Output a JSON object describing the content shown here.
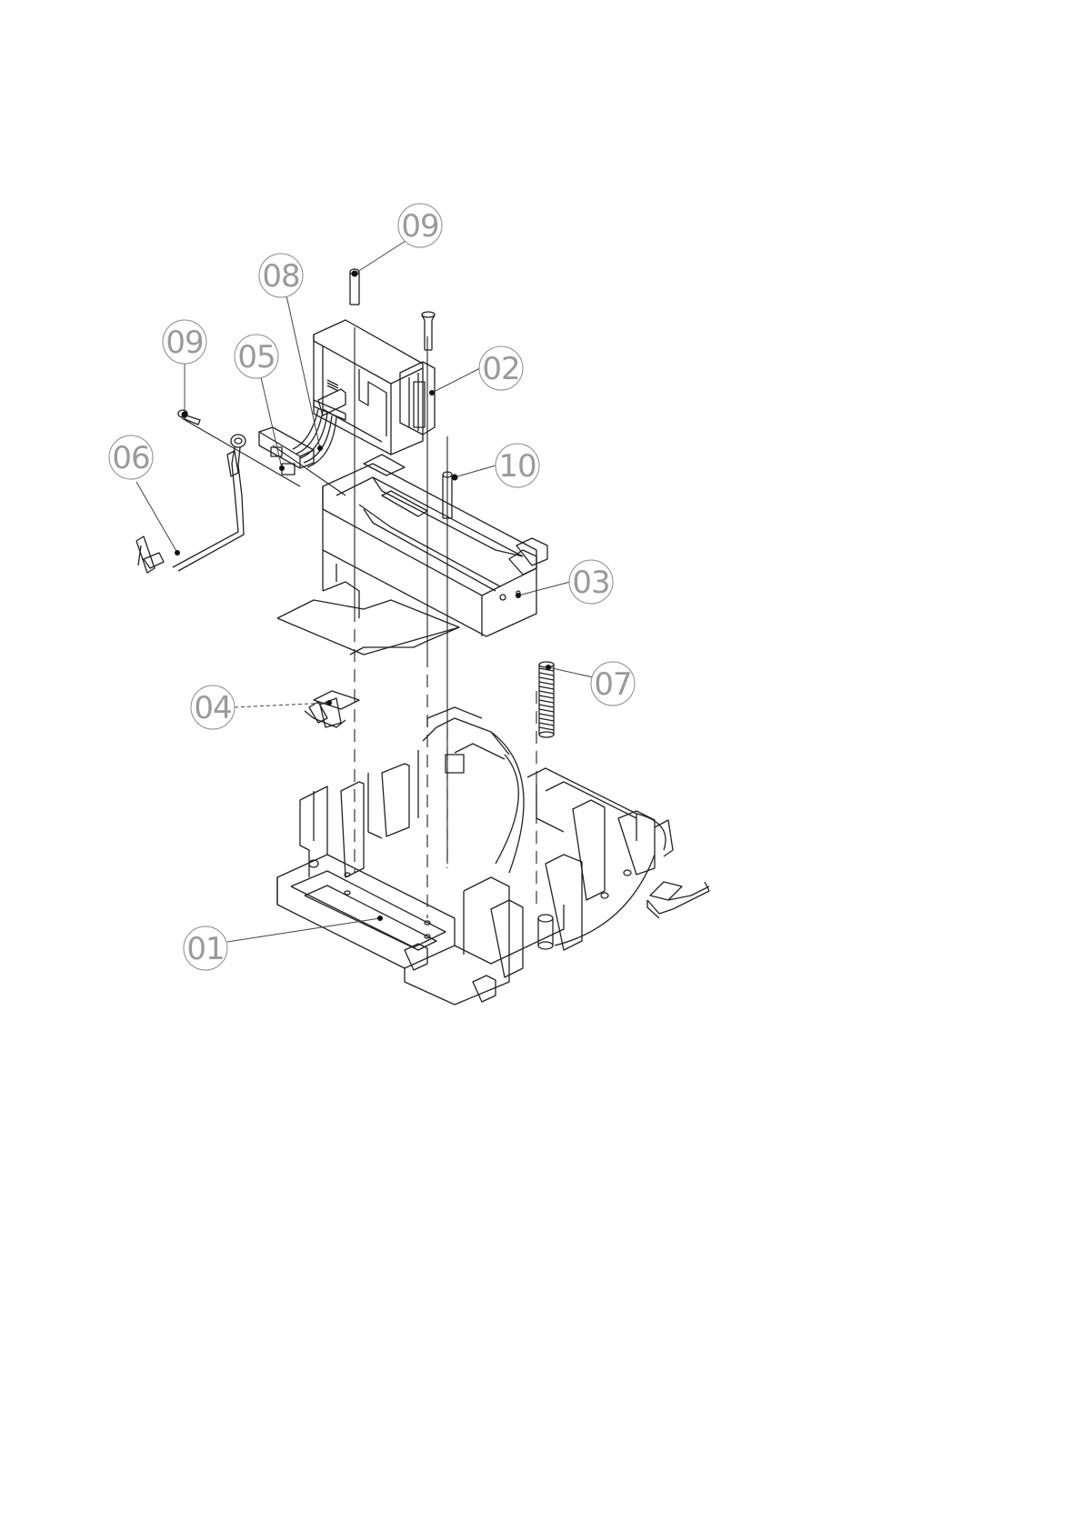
{
  "drawing": {
    "callouts": [
      {
        "id": "label-01",
        "text": "01"
      },
      {
        "id": "label-02",
        "text": "02"
      },
      {
        "id": "label-03",
        "text": "03"
      },
      {
        "id": "label-04",
        "text": "04"
      },
      {
        "id": "label-05",
        "text": "05"
      },
      {
        "id": "label-06",
        "text": "06"
      },
      {
        "id": "label-07",
        "text": "07"
      },
      {
        "id": "label-08",
        "text": "08"
      },
      {
        "id": "label-09a",
        "text": "09"
      },
      {
        "id": "label-09b",
        "text": "09"
      },
      {
        "id": "label-10",
        "text": "10"
      }
    ],
    "colors": {
      "line": "#222222",
      "balloon_text": "#9a9a9a",
      "background": "#ffffff"
    }
  }
}
